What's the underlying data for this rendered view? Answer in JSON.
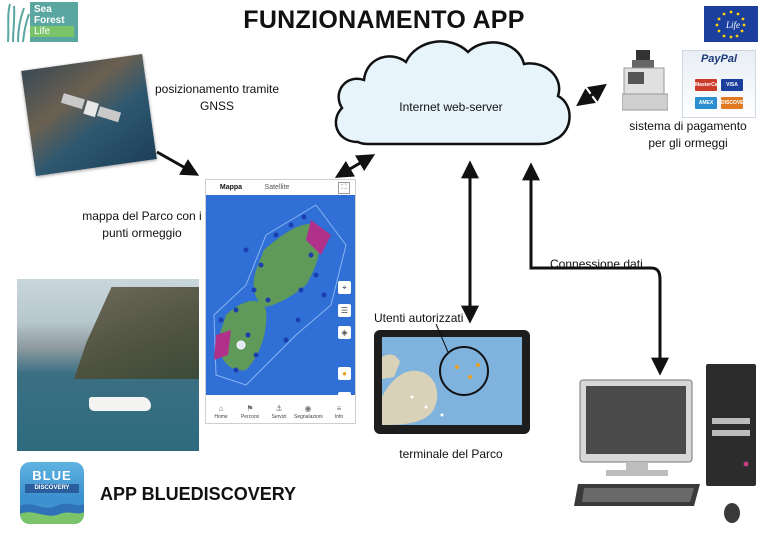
{
  "title": "FUNZIONAMENTO APP",
  "logo": {
    "line1": "Sea",
    "line2": "Forest",
    "line3": "Life",
    "tag": "LIFE"
  },
  "eu_logo_text": "Life",
  "labels": {
    "gnss": "posizionamento tramite\nGNSS",
    "map_desc": "mappa del Parco con i\npunti ormeggio",
    "cloud": "Internet web-server",
    "payment": "sistema di pagamento\nper gli ormeggi",
    "connessione": "Connessione dati",
    "utenti": "Utenti autorizzati",
    "terminale": "terminale del Parco",
    "app_name": "APP BLUEDISCOVERY"
  },
  "phone": {
    "tab_map": "Mappa",
    "tab_sat": "Satellite",
    "nav": [
      "Home",
      "Percorsi",
      "Servizi",
      "Segnalazioni",
      "Info"
    ]
  },
  "paypal": {
    "brand": "PayPal",
    "cards": [
      "MasterCard",
      "VISA",
      "AMEX",
      "DISCOVER"
    ]
  },
  "bd_icon": {
    "line1": "BLUE",
    "line2": "DISCOVERY"
  },
  "colors": {
    "arrow": "#111111",
    "sea": "#2f6fd6",
    "land": "#5f9a5a",
    "park": "#b0308a",
    "cloud_fill": "#e8f4fb"
  }
}
